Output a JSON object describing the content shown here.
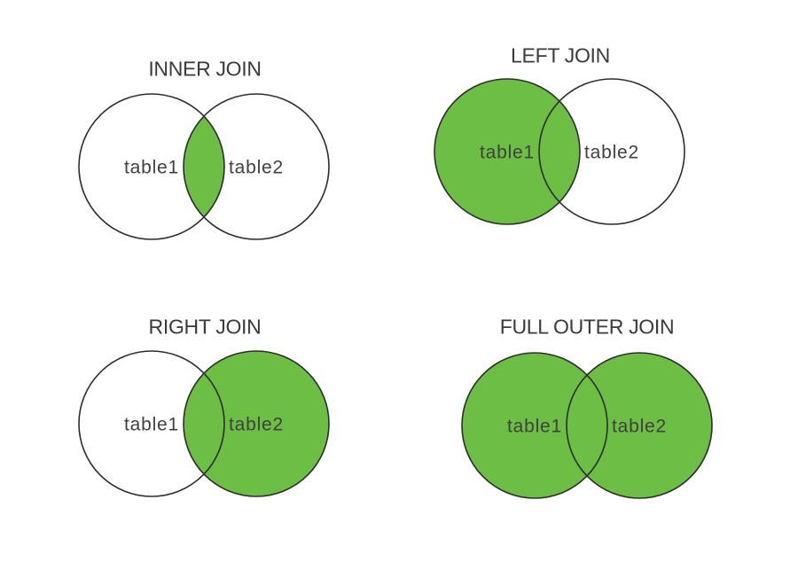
{
  "page": {
    "background": "#ffffff",
    "description": "SQL join types illustrated as Venn diagrams"
  },
  "colors": {
    "green": "#6CBE45",
    "white": "#ffffff",
    "circle_stroke": "#2d2d2d",
    "title_text": "#3a3a3a",
    "label_text": "#404040"
  },
  "diagrams": [
    {
      "id": "inner-join",
      "title": "INNER JOIN",
      "left_label": "table1",
      "right_label": "table2",
      "left_fill": "white",
      "right_fill": "white",
      "intersection_fill": "green"
    },
    {
      "id": "left-join",
      "title": "LEFT JOIN",
      "left_label": "table1",
      "right_label": "table2",
      "left_fill": "green",
      "right_fill": "white",
      "intersection_fill": "green"
    },
    {
      "id": "right-join",
      "title": "RIGHT JOIN",
      "left_label": "table1",
      "right_label": "table2",
      "left_fill": "white",
      "right_fill": "green",
      "intersection_fill": "green"
    },
    {
      "id": "full-outer-join",
      "title": "FULL OUTER JOIN",
      "left_label": "table1",
      "right_label": "table2",
      "left_fill": "green",
      "right_fill": "green",
      "intersection_fill": "green"
    }
  ]
}
